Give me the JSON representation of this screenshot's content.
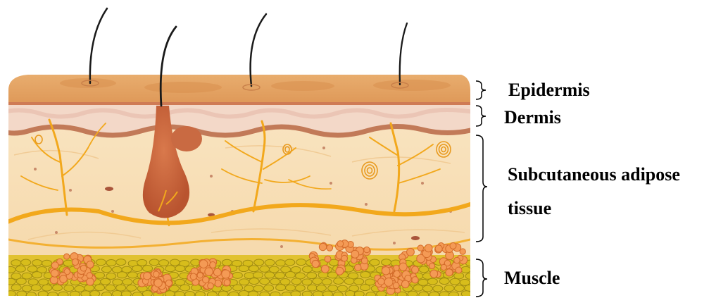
{
  "diagram": {
    "labels": {
      "epidermis": "Epidermis",
      "dermis": "Dermis",
      "subcutaneous_line1": "Subcutaneous adipose",
      "subcutaneous_line2": "tissue",
      "muscle": "Muscle"
    },
    "colors": {
      "epidermis": "#e3a05f",
      "dermis": "#f3d8c8",
      "subcutaneous": "#f7deb6",
      "vessels": "#f2a81c",
      "follicle": "#c9643c",
      "muscle_yellow": "#d9c31a",
      "fat_orange": "#f2944a",
      "hair": "#1a1a1a"
    }
  }
}
